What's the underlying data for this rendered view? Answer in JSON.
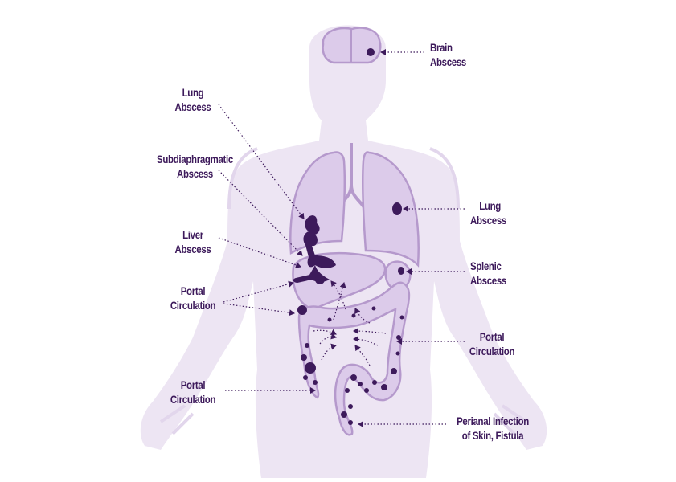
{
  "colors": {
    "body": "#ede5f3",
    "organ": "#dccbea",
    "outline": "#b599cc",
    "dark": "#3d1a5b",
    "text": "#3d1a5b"
  },
  "labels": {
    "brain_abscess": [
      "Brain",
      "Abscess"
    ],
    "lung_abscess_left": [
      "Lung",
      "Abscess"
    ],
    "subdiaphragmatic_abscess": [
      "Subdiaphragmatic",
      "Abscess"
    ],
    "liver_abscess": [
      "Liver",
      "Abscess"
    ],
    "portal_circulation_left_upper": [
      "Portal",
      "Circulation"
    ],
    "portal_circulation_left_lower": [
      "Portal",
      "Circulation"
    ],
    "lung_abscess_right": [
      "Lung",
      "Abscess"
    ],
    "splenic_abscess": [
      "Splenic",
      "Abscess"
    ],
    "portal_circulation_right": [
      "Portal",
      "Circulation"
    ],
    "perianal_infection": [
      "Perianal Infection",
      "of Skin, Fistula"
    ]
  }
}
